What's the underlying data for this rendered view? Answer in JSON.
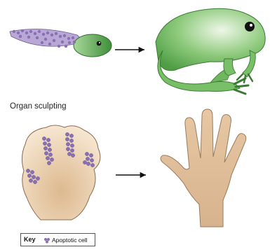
{
  "section_title": "Organ sculpting",
  "key": {
    "title": "Key",
    "label": "Apoptotic cell"
  },
  "colors": {
    "frog_green": "#5daa4e",
    "frog_dark": "#3f8f3a",
    "apoptotic_purple": "#8a6fb3",
    "skin_tan": "#e7c7a4",
    "skin_outline": "#9b7a5c"
  },
  "icons": [
    "tadpole-illustration",
    "frog-illustration",
    "embryonic-paw-illustration",
    "hand-illustration",
    "arrow-right-icon"
  ]
}
